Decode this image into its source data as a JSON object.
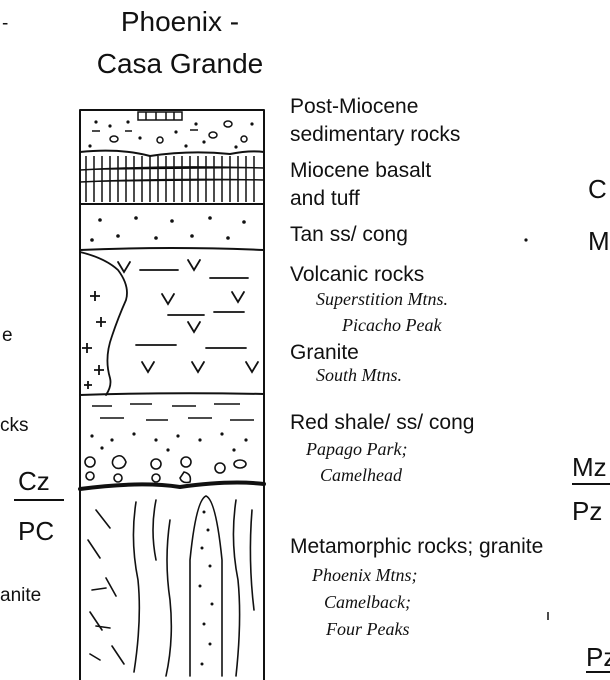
{
  "title": {
    "line1": "Phoenix -",
    "line2": "Casa Grande"
  },
  "units": [
    {
      "name_lines": [
        "Post-Miocene",
        "sedimentary rocks"
      ],
      "localities": []
    },
    {
      "name_lines": [
        "Miocene basalt",
        "and tuff"
      ],
      "localities": []
    },
    {
      "name_lines": [
        "Tan ss/ cong"
      ],
      "localities": []
    },
    {
      "name_lines": [
        "Volcanic rocks"
      ],
      "localities": [
        "Superstition Mtns.",
        "Picacho Peak"
      ]
    },
    {
      "name_lines": [
        "Granite"
      ],
      "localities": [
        "South Mtns."
      ]
    },
    {
      "name_lines": [
        "Red shale/ ss/ cong"
      ],
      "localities": [
        "Papago Park;",
        "Camelhead"
      ]
    },
    {
      "name_lines": [
        "Metamorphic rocks; granite"
      ],
      "localities": [
        "Phoenix Mtns;",
        "Camelback;",
        "Four Peaks"
      ]
    }
  ],
  "left_boundary": {
    "upper": "Cz",
    "lower": "PC"
  },
  "left_fragments": [
    "e",
    "cks",
    "anite",
    "-"
  ],
  "right_fragments": {
    "top_pair": [
      "C",
      "M"
    ],
    "boundary_upper": "Mz",
    "boundary_lower": "Pz",
    "bottom": "Pz"
  }
}
